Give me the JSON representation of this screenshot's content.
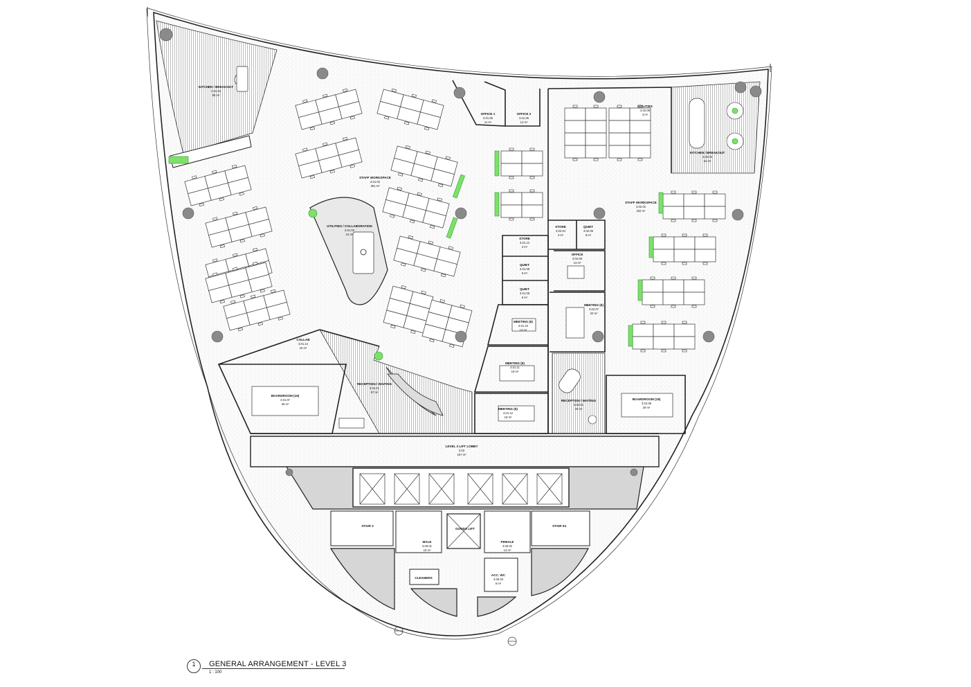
{
  "drawing_title": "GENERAL ARRANGEMENT - LEVEL 3",
  "drawing_number": "1",
  "drawing_scale": "1 : 100",
  "rooms": [
    {
      "key": "kitchen_l",
      "name": "KITCHEN / BREAKOUT",
      "code": "3.01.04",
      "area": "80 m²"
    },
    {
      "key": "staff_l",
      "name": "STAFF WORKSPACE",
      "code": "3.01.02",
      "area": "461 m²"
    },
    {
      "key": "utilities",
      "name": "UTILITIES / COLLABORATION",
      "code": "3.01.03",
      "area": "31 m²"
    },
    {
      "key": "office1",
      "name": "OFFICE 1",
      "code": "3.01.05",
      "area": "11 m²"
    },
    {
      "key": "office2",
      "name": "OFFICE 2",
      "code": "3.01.06",
      "area": "13 m²"
    },
    {
      "key": "store_l",
      "name": "STORE",
      "code": "3.01.13",
      "area": "3 m²"
    },
    {
      "key": "quiet1",
      "name": "QUIET",
      "code": "3.01.08",
      "area": "6 m²"
    },
    {
      "key": "quiet2",
      "name": "QUIET",
      "code": "3.01.09",
      "area": "6 m²"
    },
    {
      "key": "meeting10",
      "name": "MEETING (6)",
      "code": "3.01.10",
      "area": "13 m²"
    },
    {
      "key": "meeting11",
      "name": "MEETING (6)",
      "code": "3.01.11",
      "area": "18 m²"
    },
    {
      "key": "meeting12",
      "name": "MEETING (6)",
      "code": "3.01.12",
      "area": "19 m²"
    },
    {
      "key": "collab",
      "name": "COLLAB",
      "code": "3.01.14",
      "area": "15 m²"
    },
    {
      "key": "boardroom_l",
      "name": "BOARDROOM (16)",
      "code": "3.01.07",
      "area": "45 m²"
    },
    {
      "key": "reception_l",
      "name": "RECEPTION / WAITING",
      "code": "3.01.01",
      "area": "57 m²"
    },
    {
      "key": "utilities_r",
      "name": "UTILITIES",
      "code": "3.02.09",
      "area": "3 m²"
    },
    {
      "key": "kitchen_r",
      "name": "KITCHEN / BREAKOUT",
      "code": "3.02.03",
      "area": "54 m²"
    },
    {
      "key": "staff_r",
      "name": "STAFF WORKSPACE",
      "code": "3.02.02",
      "area": "232 m²"
    },
    {
      "key": "store_r",
      "name": "STORE",
      "code": "3.02.04",
      "area": "4 m²"
    },
    {
      "key": "quiet_r",
      "name": "QUIET",
      "code": "3.02.05",
      "area": "6 m²"
    },
    {
      "key": "office_r",
      "name": "OFFICE",
      "code": "3.02.06",
      "area": "13 m²"
    },
    {
      "key": "meeting_r",
      "name": "MEETING (6)",
      "code": "3.02.07",
      "area": "20 m²"
    },
    {
      "key": "reception_r",
      "name": "RECEPTION / WAITING",
      "code": "3.02.01",
      "area": "20 m²"
    },
    {
      "key": "boardroom_r",
      "name": "BOARDROOM (18)",
      "code": "3.02.08",
      "area": "29 m²"
    },
    {
      "key": "lobby",
      "name": "LEVEL 3 LIFT LOBBY",
      "code": "3.03",
      "area": "157 m²"
    },
    {
      "key": "stair3",
      "name": "STAIR 3",
      "code": "",
      "area": ""
    },
    {
      "key": "stair4",
      "name": "STAIR 04",
      "code": "",
      "area": ""
    },
    {
      "key": "male",
      "name": "MALE",
      "code": "3.00.01",
      "area": "15 m²"
    },
    {
      "key": "female",
      "name": "FEMALE",
      "code": "3.00.02",
      "area": "13 m²"
    },
    {
      "key": "goods",
      "name": "GOODS LIFT",
      "code": "",
      "area": ""
    },
    {
      "key": "cleaners",
      "name": "CLEANERS",
      "code": "",
      "area": ""
    },
    {
      "key": "accwc",
      "name": "ACC. WC",
      "code": "3.00.03",
      "area": "6 m²"
    }
  ]
}
